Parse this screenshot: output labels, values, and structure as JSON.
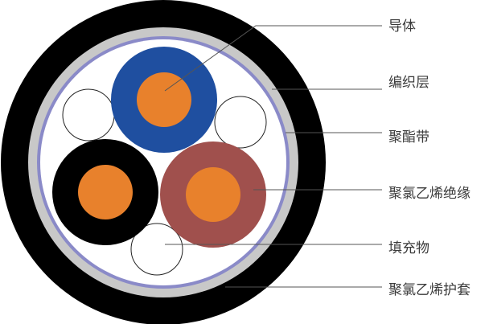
{
  "labels": {
    "conductor": "导体",
    "braid_layer": "编织层",
    "polyester_tape": "聚酯带",
    "pvc_insulation": "聚氯乙烯绝缘",
    "filler": "填充物",
    "pvc_sheath": "聚氯乙烯护套"
  },
  "colors": {
    "sheath": "#000000",
    "braid": "#c8c8c8",
    "polyester_tape": "#8a8ac8",
    "interior": "#ffffff",
    "core_blue_insulation": "#1f4fa0",
    "core_black_insulation": "#000000",
    "core_brown_insulation": "#a0504d",
    "conductor": "#e8812c",
    "filler": "#ffffff",
    "filler_outline": "#222222",
    "leader_line": "#555555",
    "label_text": "#3a3a3a"
  }
}
